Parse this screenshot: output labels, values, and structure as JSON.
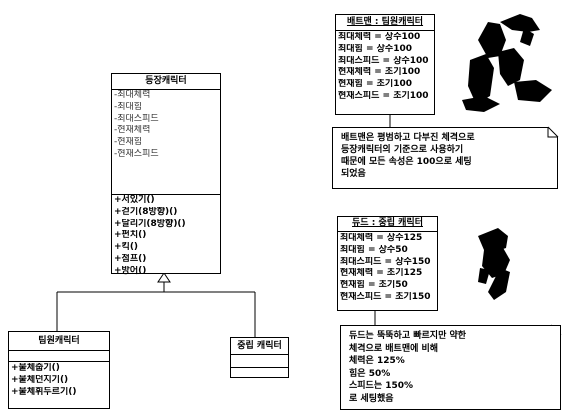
{
  "base_class": {
    "name": "등장캐릭터",
    "attributes": [
      "-최대체력",
      "-최대힘",
      "-최대스피드",
      "-현재체력",
      "-현재힘",
      "-현재스피드"
    ],
    "operations": [
      "+서있기()",
      "+걷기(8방향)()",
      "+달리기(8방향)()",
      "+펀치()",
      "+킥()",
      "+점프()",
      "+방어()"
    ]
  },
  "subclass_left": {
    "name": "팀원캐릭터",
    "operations": [
      "+물체줍기()",
      "+물체던지기()",
      "+물체휘두르기()"
    ]
  },
  "subclass_right": {
    "name": "중립 캐릭터"
  },
  "object_batman": {
    "title": "배트맨 : 팀원캐릭터",
    "attributes": [
      "최대체력 = 상수100",
      "최대힘 = 상수100",
      "최대스피드 = 상수100",
      "현재체력 = 초기100",
      "현재힘 = 초기100",
      "현재스피드 = 초기100"
    ]
  },
  "note_batman": {
    "lines": [
      "배트맨은 평범하고 다부진 체격으로",
      "등장캐릭터의 기준으로 사용하기",
      "때문에 모든 속성은 100으로 세팅",
      "되었음"
    ]
  },
  "object_dudu": {
    "title": "듀드 : 중립 캐릭터",
    "attributes": [
      "최대체력 = 상수125",
      "최대힘 = 상수50",
      "최대스피드 = 상수150",
      "현재체력 = 초기125",
      "현재힘 = 초기50",
      "현재스피드 = 초기150"
    ]
  },
  "note_dudu": {
    "lines": [
      "듀드는 뚝뚝하고 빠르지만 약한",
      "체격으로 배트맨에 비해",
      "체력은 125%",
      "힘은 50%",
      "스피드는 150%",
      "로 세팅했음"
    ]
  },
  "colors": {
    "line": "#000000",
    "background": "#ffffff"
  }
}
